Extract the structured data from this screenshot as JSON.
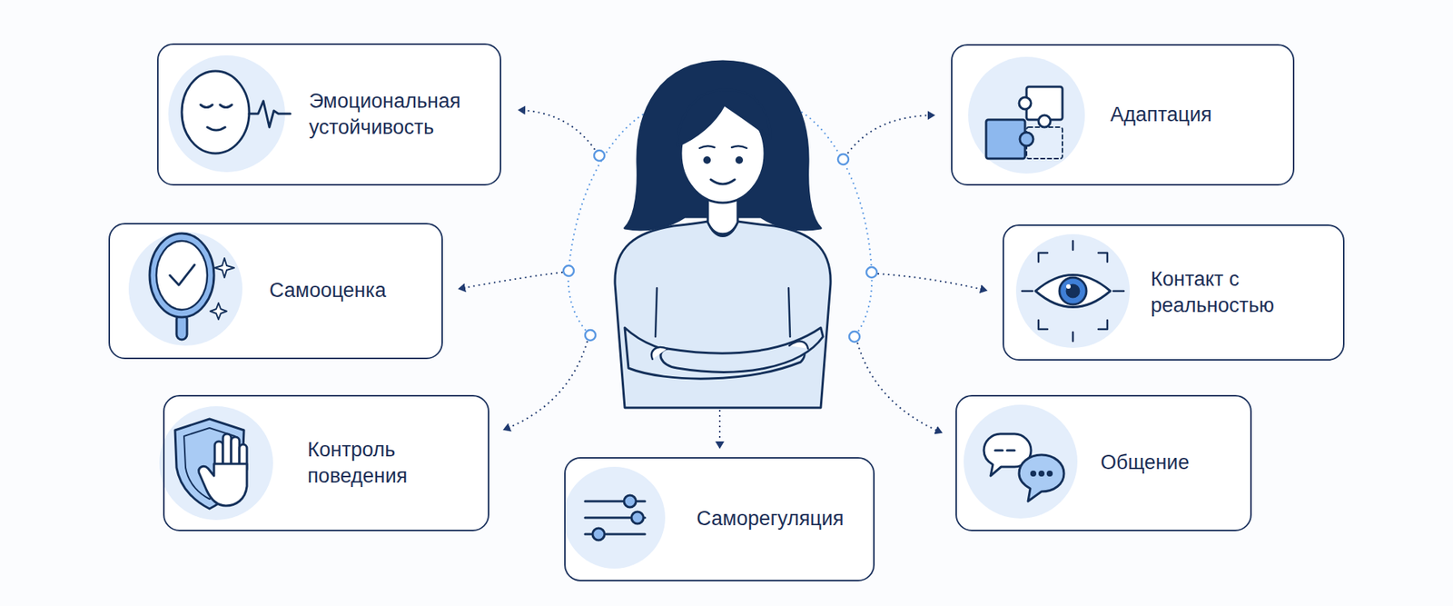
{
  "diagram": {
    "nodes": [
      {
        "text": [
          "Эмоциональная устойчивость"
        ]
      },
      {
        "text": [
          "Адаптация"
        ]
      },
      {
        "text": [
          "Самооценка"
        ]
      },
      {
        "text": [
          "Контакт с реальностью"
        ]
      },
      {
        "text": [
          "Контроль поведения"
        ]
      },
      {
        "text": [
          "Саморегуляция"
        ]
      },
      {
        "text": [
          "Общение"
        ]
      }
    ]
  }
}
